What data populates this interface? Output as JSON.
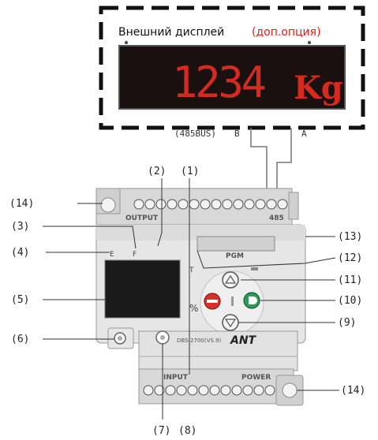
{
  "display": {
    "title": "Внешний дисплей",
    "option": "(доп.опция)",
    "number": "1234",
    "unit": "Kg"
  },
  "bus": {
    "label": "(485BUS)",
    "b": "B",
    "a": "A"
  },
  "device": {
    "output": "OUTPUT",
    "port485": "485",
    "pgm": "PGM",
    "input": "INPUT",
    "power": "POWER",
    "model": "DBS-2700(VS.9)",
    "brand": "ANT",
    "ind_e": "E",
    "ind_f": "F",
    "ind_t": "T",
    "percent": "%"
  },
  "callouts": {
    "c1": "(1)",
    "c2": "(2)",
    "c3": "(3)",
    "c4": "(4)",
    "c5": "(5)",
    "c6": "(6)",
    "c7": "(7)",
    "c8": "(8)",
    "c9": "(9)",
    "c10": "(10)",
    "c11": "(11)",
    "c12": "(12)",
    "c13": "(13)",
    "c14a": "(14)",
    "c14b": "(14)"
  },
  "colors": {
    "display_bg": "#1a1010",
    "display_led": "#d42a20",
    "option_text": "#e0201c",
    "device_body": "#e4e4e4",
    "device_dark": "#b8b8b8",
    "screen": "#1a1a1a",
    "btn_red": "#d8302a",
    "btn_green": "#2e9a5a"
  }
}
